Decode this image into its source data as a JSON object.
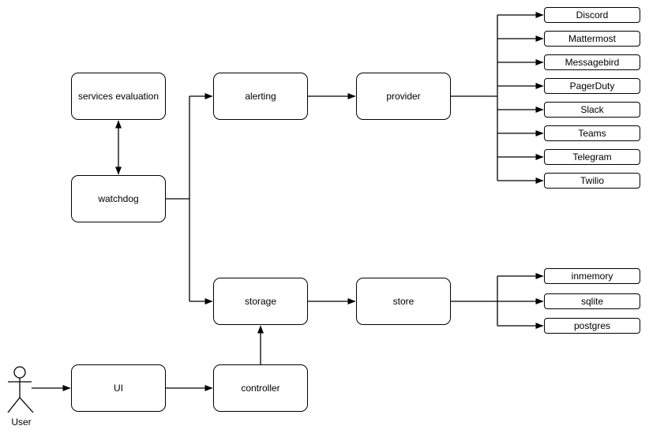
{
  "diagram": {
    "colors": {
      "background": "#ffffff",
      "stroke": "#000000",
      "node_fill": "#ffffff",
      "text": "#000000"
    },
    "actor": {
      "label": "User"
    },
    "nodes": {
      "services_evaluation": {
        "label": "services evaluation"
      },
      "watchdog": {
        "label": "watchdog"
      },
      "alerting": {
        "label": "alerting"
      },
      "provider": {
        "label": "provider"
      },
      "storage": {
        "label": "storage"
      },
      "store": {
        "label": "store"
      },
      "ui": {
        "label": "UI"
      },
      "controller": {
        "label": "controller"
      }
    },
    "provider_targets": [
      "Discord",
      "Mattermost",
      "Messagebird",
      "PagerDuty",
      "Slack",
      "Teams",
      "Telegram",
      "Twilio"
    ],
    "store_targets": [
      "inmemory",
      "sqlite",
      "postgres"
    ],
    "edges": [
      {
        "from": "services_evaluation",
        "to": "watchdog",
        "style": "double-arrow"
      },
      {
        "from": "watchdog",
        "to": "alerting",
        "style": "arrow"
      },
      {
        "from": "watchdog",
        "to": "storage",
        "style": "arrow"
      },
      {
        "from": "alerting",
        "to": "provider",
        "style": "arrow"
      },
      {
        "from": "provider",
        "to": "Discord",
        "style": "arrow"
      },
      {
        "from": "provider",
        "to": "Mattermost",
        "style": "arrow"
      },
      {
        "from": "provider",
        "to": "Messagebird",
        "style": "arrow"
      },
      {
        "from": "provider",
        "to": "PagerDuty",
        "style": "arrow"
      },
      {
        "from": "provider",
        "to": "Slack",
        "style": "arrow"
      },
      {
        "from": "provider",
        "to": "Teams",
        "style": "arrow"
      },
      {
        "from": "provider",
        "to": "Telegram",
        "style": "arrow"
      },
      {
        "from": "provider",
        "to": "Twilio",
        "style": "arrow"
      },
      {
        "from": "storage",
        "to": "store",
        "style": "arrow"
      },
      {
        "from": "store",
        "to": "inmemory",
        "style": "arrow"
      },
      {
        "from": "store",
        "to": "sqlite",
        "style": "arrow"
      },
      {
        "from": "store",
        "to": "postgres",
        "style": "arrow"
      },
      {
        "from": "user",
        "to": "ui",
        "style": "arrow"
      },
      {
        "from": "ui",
        "to": "controller",
        "style": "arrow"
      },
      {
        "from": "controller",
        "to": "storage",
        "style": "arrow"
      }
    ]
  }
}
